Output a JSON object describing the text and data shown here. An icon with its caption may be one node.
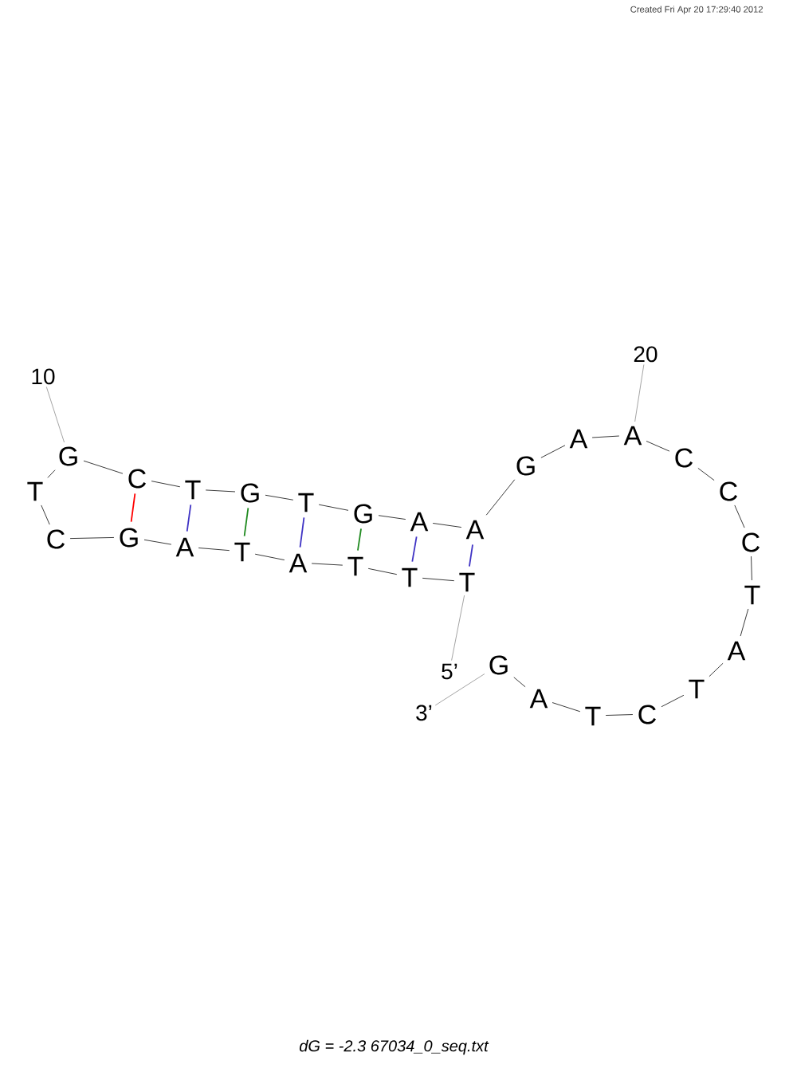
{
  "diagram": {
    "caption": "dG = -2.3 67034_0_seq.txt",
    "nodes": [
      {
        "text": [
          "T"
        ]
      },
      {
        "text": [
          "T"
        ]
      },
      {
        "text": [
          "T"
        ]
      },
      {
        "text": [
          "A"
        ]
      },
      {
        "text": [
          "T"
        ]
      },
      {
        "text": [
          "A"
        ]
      },
      {
        "text": [
          "G"
        ]
      },
      {
        "text": [
          "C"
        ]
      },
      {
        "text": [
          "T"
        ]
      },
      {
        "text": [
          "G"
        ]
      },
      {
        "text": [
          "C"
        ]
      },
      {
        "text": [
          "T"
        ]
      },
      {
        "text": [
          "G"
        ]
      },
      {
        "text": [
          "T"
        ]
      },
      {
        "text": [
          "G"
        ]
      },
      {
        "text": [
          "A"
        ]
      },
      {
        "text": [
          "A"
        ]
      },
      {
        "text": [
          "G"
        ]
      },
      {
        "text": [
          "A"
        ]
      },
      {
        "text": [
          "A"
        ]
      },
      {
        "text": [
          "C"
        ]
      },
      {
        "text": [
          "C"
        ]
      },
      {
        "text": [
          "C"
        ]
      },
      {
        "text": [
          "T"
        ]
      },
      {
        "text": [
          "A"
        ]
      },
      {
        "text": [
          "T"
        ]
      },
      {
        "text": [
          "C"
        ]
      },
      {
        "text": [
          "T"
        ]
      },
      {
        "text": [
          "A"
        ]
      },
      {
        "text": [
          "G"
        ]
      },
      {
        "text": [
          "10"
        ]
      },
      {
        "text": [
          "20"
        ]
      },
      {
        "text": [
          "5’"
        ]
      },
      {
        "text": [
          "3’"
        ]
      }
    ],
    "edges": [
      {
        "from": 0,
        "to": 1,
        "arrow": "none"
      },
      {
        "from": 1,
        "to": 2,
        "arrow": "none"
      },
      {
        "from": 2,
        "to": 3,
        "arrow": "none"
      },
      {
        "from": 3,
        "to": 4,
        "arrow": "none"
      },
      {
        "from": 4,
        "to": 5,
        "arrow": "none"
      },
      {
        "from": 5,
        "to": 6,
        "arrow": "none"
      },
      {
        "from": 6,
        "to": 7,
        "arrow": "none"
      },
      {
        "from": 7,
        "to": 8,
        "arrow": "none"
      },
      {
        "from": 8,
        "to": 9,
        "arrow": "none"
      },
      {
        "from": 9,
        "to": 10,
        "arrow": "none"
      },
      {
        "from": 10,
        "to": 11,
        "arrow": "none"
      },
      {
        "from": 11,
        "to": 12,
        "arrow": "none"
      },
      {
        "from": 12,
        "to": 13,
        "arrow": "none"
      },
      {
        "from": 13,
        "to": 14,
        "arrow": "none"
      },
      {
        "from": 14,
        "to": 15,
        "arrow": "none"
      },
      {
        "from": 15,
        "to": 16,
        "arrow": "none"
      },
      {
        "from": 16,
        "to": 17,
        "arrow": "none"
      },
      {
        "from": 17,
        "to": 18,
        "arrow": "none"
      },
      {
        "from": 18,
        "to": 19,
        "arrow": "none"
      },
      {
        "from": 19,
        "to": 20,
        "arrow": "none"
      },
      {
        "from": 20,
        "to": 21,
        "arrow": "none"
      },
      {
        "from": 21,
        "to": 22,
        "arrow": "none"
      },
      {
        "from": 22,
        "to": 23,
        "arrow": "none"
      },
      {
        "from": 23,
        "to": 24,
        "arrow": "none"
      },
      {
        "from": 24,
        "to": 25,
        "arrow": "none"
      },
      {
        "from": 25,
        "to": 26,
        "arrow": "none"
      },
      {
        "from": 26,
        "to": 27,
        "arrow": "none"
      },
      {
        "from": 27,
        "to": 28,
        "arrow": "none"
      },
      {
        "from": 28,
        "to": 29,
        "arrow": "none"
      },
      {
        "from": 0,
        "to": 16,
        "arrow": "none",
        "color": "#3f33c4"
      },
      {
        "from": 1,
        "to": 15,
        "arrow": "none",
        "color": "#3f33c4"
      },
      {
        "from": 2,
        "to": 14,
        "arrow": "none",
        "color": "#1f8a1f"
      },
      {
        "from": 3,
        "to": 13,
        "arrow": "none",
        "color": "#3f33c4"
      },
      {
        "from": 4,
        "to": 12,
        "arrow": "none",
        "color": "#1f8a1f"
      },
      {
        "from": 5,
        "to": 11,
        "arrow": "none",
        "color": "#3f33c4"
      },
      {
        "from": 6,
        "to": 10,
        "arrow": "none",
        "color": "#ff0000"
      },
      {
        "from": 30,
        "to": 9,
        "arrow": "none",
        "color": "#9a9a9a"
      },
      {
        "from": 31,
        "to": 19,
        "arrow": "none",
        "color": "#9a9a9a"
      },
      {
        "from": 32,
        "to": 0,
        "arrow": "none",
        "color": "#9a9a9a"
      },
      {
        "from": 33,
        "to": 29,
        "arrow": "none",
        "color": "#9a9a9a"
      }
    ],
    "labels": [
      "Created Fri Apr 20 17:29:40 2012"
    ]
  }
}
